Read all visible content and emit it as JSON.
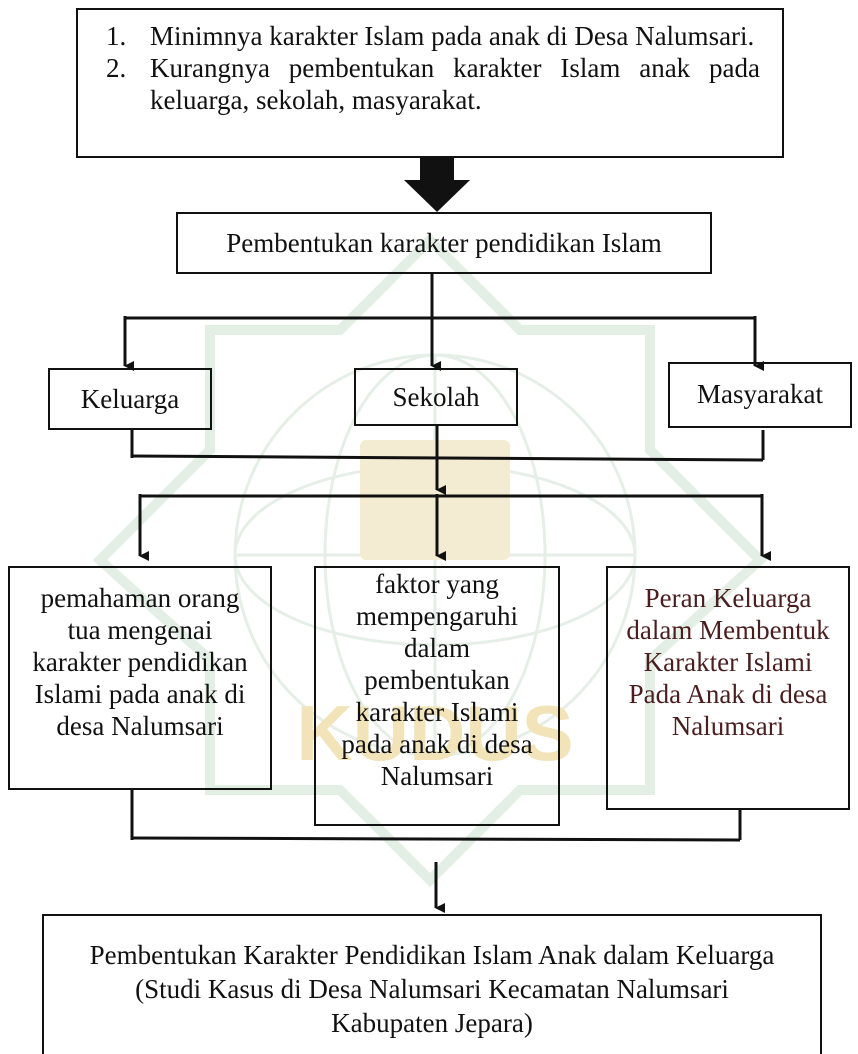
{
  "problems": [
    {
      "num": "1.",
      "text": "Minimnya karakter Islam pada anak di Desa Nalumsari."
    },
    {
      "num": "2.",
      "text": "Kurangnya pembentukan karakter Islam anak pada keluarga, sekolah, masyarakat."
    }
  ],
  "main_title": "Pembentukan karakter pendidikan Islam",
  "branches": {
    "keluarga": "Keluarga",
    "sekolah": "Sekolah",
    "masyarakat": "Masyarakat"
  },
  "focus": {
    "left": "pemahaman orang tua mengenai karakter pendidikan Islami pada anak di desa Nalumsari",
    "middle": "faktor yang mempengaruhi dalam pembentukan karakter Islami pada anak di desa Nalumsari",
    "right": "Peran Keluarga dalam Membentuk Karakter Islami Pada Anak di desa Nalumsari"
  },
  "conclusion": "Pembentukan Karakter Pendidikan Islam Anak dalam Keluarga (Studi Kasus di Desa Nalumsari Kecamatan Nalumsari Kabupaten Jepara)",
  "watermark": "KUDUS",
  "colors": {
    "line": "#111111",
    "watermark_green": "#dfeee2",
    "watermark_gold": "#f3e6c0"
  }
}
